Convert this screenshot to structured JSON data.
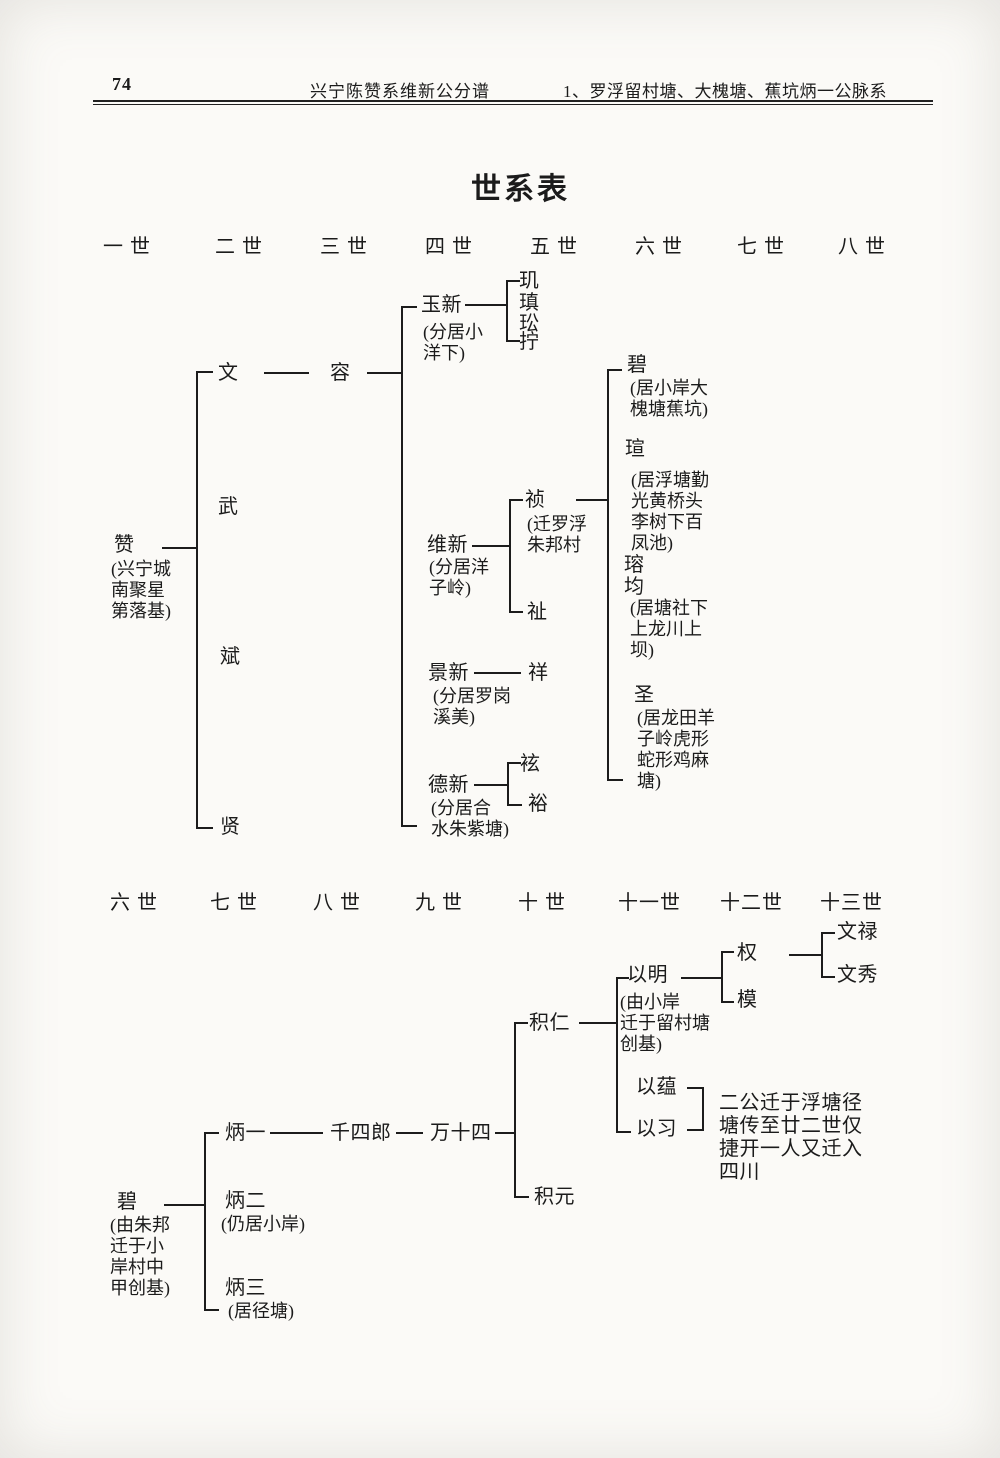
{
  "header": {
    "page_number": "74",
    "book_title": "兴宁陈赞系维新公分谱",
    "section_title": "1、罗浮留村塘、大槐塘、蕉坑炳一公脉系"
  },
  "chart_title": "世系表",
  "generation_rows": {
    "row1": [
      "一 世",
      "二 世",
      "三 世",
      "四 世",
      "五 世",
      "六 世",
      "七 世",
      "八 世"
    ],
    "row2": [
      "六 世",
      "七 世",
      "八 世",
      "九 世",
      "十 世",
      "十一世",
      "十二世",
      "十三世"
    ]
  },
  "tree1": {
    "zan": {
      "name": "赞",
      "note": "(兴宁城\n南聚星\n第落基)"
    },
    "sons_of_zan": [
      "文",
      "武",
      "斌",
      "贤"
    ],
    "rong": {
      "name": "容"
    },
    "yuxin": {
      "name": "玉新",
      "note": "(分居小\n洋下)"
    },
    "yuxin_sons": [
      "玑",
      "瑱",
      "玜",
      "拧"
    ],
    "weixin": {
      "name": "维新",
      "note": "(分居洋\n子岭)"
    },
    "zhen": {
      "name": "祯",
      "note": "(迁罗浮\n朱邦村"
    },
    "zhi": {
      "name": "祉"
    },
    "zhen_sons": {
      "bi": {
        "name": "碧",
        "note": "(居小岸大\n槐塘蕉坑)"
      },
      "xuan": {
        "name": "瑄",
        "note": "(居浮塘勤\n光黄桥头\n李树下百\n凤池)"
      },
      "rongjun": {
        "name": "瑢\n均",
        "note": "(居塘社下\n上龙川上\n坝)"
      },
      "sheng": {
        "name": "圣",
        "note": "(居龙田羊\n子岭虎形\n蛇形鸡麻\n塘)"
      }
    },
    "jingxin": {
      "name": "景新",
      "note": "(分居罗岗\n溪美)"
    },
    "xiang": {
      "name": "祥"
    },
    "dexin": {
      "name": "德新",
      "note": "(分居合\n水朱紫塘)"
    },
    "dexin_sons": [
      "袨",
      "裕"
    ]
  },
  "tree2": {
    "bi": {
      "name": "碧",
      "note": "(由朱邦\n迁于小\n岸村中\n甲创基)"
    },
    "bingyi": {
      "name": "炳一"
    },
    "qiansilang": {
      "name": "千四郎"
    },
    "wanshisi": {
      "name": "万十四"
    },
    "bing_er": {
      "name": "炳二",
      "note": "(仍居小岸)"
    },
    "bingsan": {
      "name": "炳三",
      "note": "(居径塘)"
    },
    "jiren": {
      "name": "积仁"
    },
    "jiyuan": {
      "name": "积元"
    },
    "yiming": {
      "name": "以明",
      "note": "(由小岸\n迁于留村塘\n创基)"
    },
    "quan": {
      "name": "权"
    },
    "mo": {
      "name": "模"
    },
    "wenlu": {
      "name": "文禄"
    },
    "wenxiu": {
      "name": "文秀"
    },
    "yiyun": {
      "name": "以蕴"
    },
    "yixi": {
      "name": "以习"
    },
    "migration_note": "二公迁于浮塘径\n塘传至廿二世仅\n捷开一人又迁入\n四川"
  }
}
